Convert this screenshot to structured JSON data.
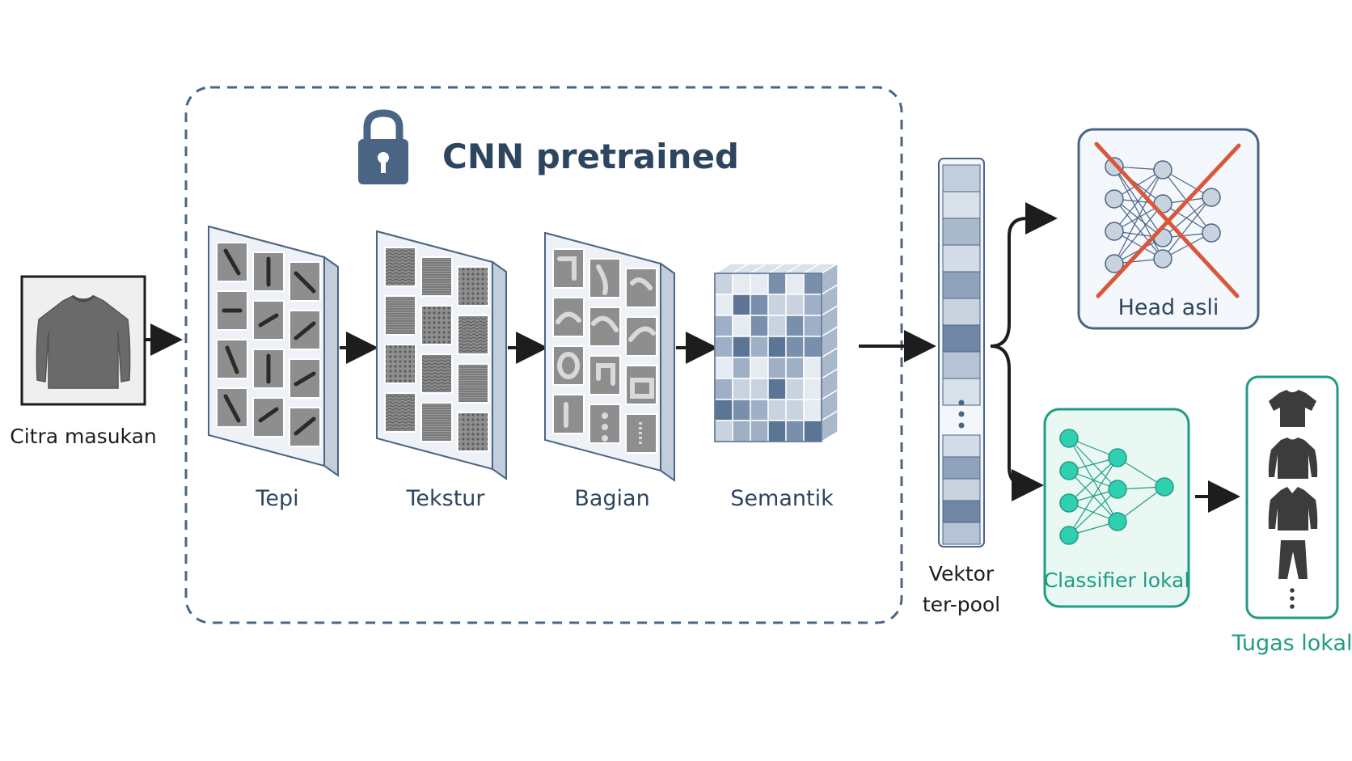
{
  "input": {
    "label": "Citra masukan",
    "icon": "sweater-icon"
  },
  "frozen_block": {
    "title": "CNN pretrained",
    "icon": "lock-icon"
  },
  "stages": [
    {
      "label": "Tepi"
    },
    {
      "label": "Tekstur"
    },
    {
      "label": "Bagian"
    },
    {
      "label": "Semantik"
    }
  ],
  "pooled_vector": {
    "label_line1": "Vektor",
    "label_line2": "ter-pool"
  },
  "original_head": {
    "label": "Head asli",
    "status": "crossed-out"
  },
  "local_classifier": {
    "label": "Classifier lokal"
  },
  "local_task": {
    "label": "Tugas lokal",
    "icons": [
      "tshirt-icon",
      "sweater-icon",
      "jacket-icon",
      "pants-icon",
      "more-icon"
    ]
  },
  "colors": {
    "navy": "#2e4560",
    "frame": "#4a6584",
    "teal": "#1f9c83",
    "teal_fill": "#2fd0b0",
    "red_cross": "#d9573b",
    "arrow": "#1d1d1d"
  }
}
